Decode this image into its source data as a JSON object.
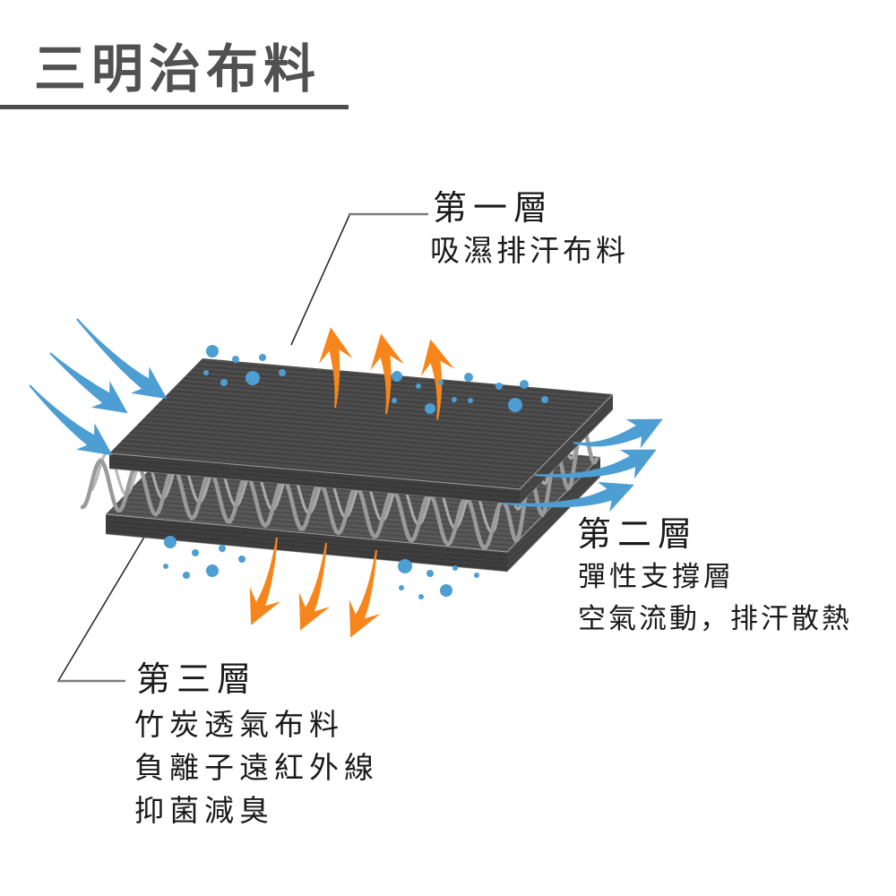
{
  "title": "三明治布料",
  "layers": {
    "layer1": {
      "name": "第一層",
      "desc1": "吸濕排汗布料"
    },
    "layer2": {
      "name": "第二層",
      "desc1": "彈性支撐層",
      "desc2": "空氣流動，排汗散熱"
    },
    "layer3": {
      "name": "第三層",
      "desc1": "竹炭透氣布料",
      "desc2": "負離子遠紅外線",
      "desc3": "抑菌減臭"
    }
  },
  "icons": {
    "airflow_in_arrows": "blue-curved-arrows-in",
    "airflow_out_arrows": "blue-curved-arrows-out",
    "heat_up_arrows": "orange-arrows-up",
    "heat_down_arrows": "orange-arrows-down",
    "moisture_dots": "blue-dots"
  },
  "colors": {
    "accent_blue": "#4D9ED3",
    "accent_orange": "#F6861C",
    "fabric_top": "#484848",
    "fabric_front": "#3A3A3A",
    "fabric_right": "#424242",
    "fabric_bottom_top": "#525252",
    "spring_gray": "#9A9A9A",
    "spring_back_gray": "#B3B3B3",
    "title_gray": "#515151",
    "rule_gray": "#4D4D4D",
    "text_black": "#1A1A1A",
    "connector_dark": "#2B2B2B",
    "connector_gray": "#7D7D7D"
  }
}
